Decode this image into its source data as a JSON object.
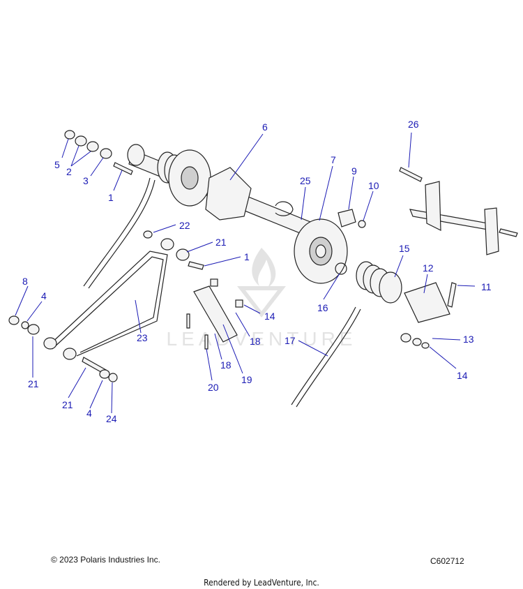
{
  "diagram": {
    "callouts": [
      "1",
      "1",
      "2",
      "3",
      "4",
      "4",
      "5",
      "6",
      "7",
      "8",
      "9",
      "10",
      "11",
      "12",
      "13",
      "14",
      "14",
      "15",
      "16",
      "17",
      "18",
      "18",
      "19",
      "20",
      "21",
      "21",
      "21",
      "22",
      "23",
      "24",
      "25",
      "26"
    ]
  },
  "watermark": "LEADVENTURE",
  "footer": {
    "copyright": "© 2023 Polaris Industries Inc.",
    "diagram_id": "C602712",
    "rendered_by": "Rendered by LeadVenture, Inc."
  }
}
